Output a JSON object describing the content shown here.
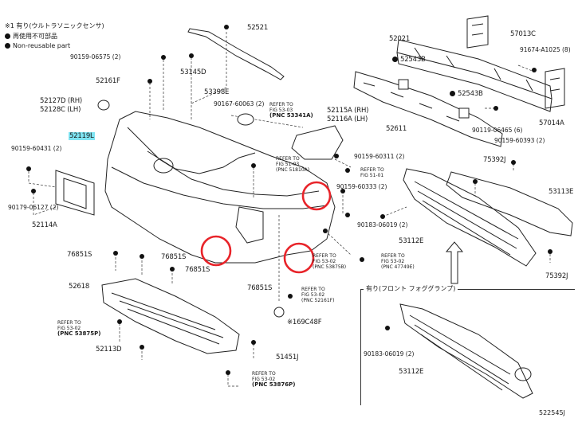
{
  "notes": {
    "ultrasonic": "※1 有り(ウルトラソニックセンサ)",
    "reuse_jp": "再使用不可部品",
    "reuse_en": "Non-reusable part"
  },
  "box_label": "有り(フロント フォググランプ)",
  "figure_id": "522545J",
  "parts": {
    "p52521": "52521",
    "p52021": "52021",
    "p57013c": "57013C",
    "p91674": "91674-A1025 (8)",
    "p52543b_a": "52543B",
    "p52543b_b": "52543B",
    "p57014a": "57014A",
    "p90119": "90159-06575 (2)",
    "p52161f": "52161F",
    "p53145d": "53145D",
    "p53398e": "53398E",
    "p90167a": "90167-60063 (2)",
    "p52127": "52127D (RH)",
    "p52128": "52128C (LH)",
    "p52119": "52119L",
    "p90159b": "90159-60431 (2)",
    "p52115a": "52115A (RH)",
    "p52116a": "52116A (LH)",
    "p52611": "52611",
    "p90119c": "90119-06465 (6)",
    "p90159d": "90159-60393 (2)",
    "p75392j": "75392J",
    "p53113e_top": "53113E",
    "p90159e": "90159-60311 (2)",
    "p90159f": "90159-60333 (2)",
    "p90179": "90179-06127 (2)",
    "p52114a": "52114A",
    "p90183a": "90183-06019 (2)",
    "p53112e_a": "53112E",
    "p76851s_a": "76851S",
    "p76851s_b": "76851S",
    "p76851s_c": "76851S",
    "p76851s_d": "76851S",
    "p52618": "52618",
    "p75392j_b": "75392J",
    "p52113d": "52113D",
    "p51451j": "51451J",
    "p169c48f": "※169C48F",
    "p90183b": "90183-06019 (2)",
    "p53112e_b": "53112E"
  },
  "refs": {
    "r53341a": {
      "l1": "REFER TO",
      "l2": "FIG 53-03",
      "pnc": "(PNC 53341A)"
    },
    "r51810": {
      "l1": "REFER TO",
      "l2": "FIG 51-03",
      "l3": "(PNC 51810A)"
    },
    "r52": {
      "l1": "REFER TO",
      "l2": "FIG 51-01"
    },
    "r53875b": {
      "l1": "REFER TO",
      "l2": "FIG 53-02",
      "l3": "(PNC 53875B)"
    },
    "r47": {
      "l1": "REFER TO",
      "l2": "FIG 53-02",
      "l3": "(PNC 47749E)"
    },
    "r53875p": {
      "l1": "REFER TO",
      "l2": "FIG 53-02",
      "pnc": "(PNC 53875P)"
    },
    "r52161": {
      "l1": "REFER TO",
      "l2": "FIG 53-02",
      "l3": "(PNC 52161F)"
    },
    "r53876p": {
      "l1": "REFER TO",
      "l2": "FIG 53-02",
      "pnc": "(PNC 53876P)"
    }
  },
  "colors": {
    "highlight": "#7fe4f2",
    "circle": "#e8242a",
    "line": "#222222"
  }
}
